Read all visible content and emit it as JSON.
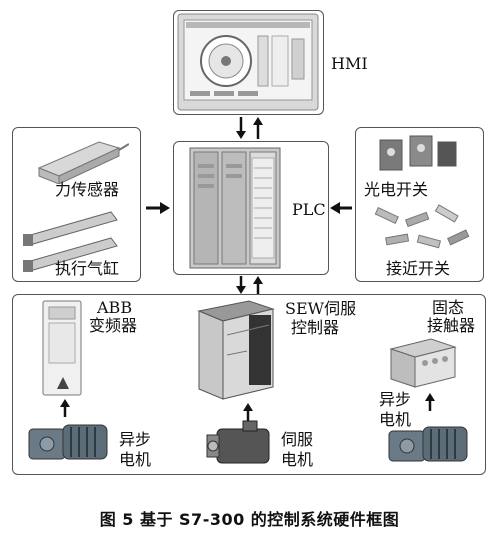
{
  "labels": {
    "hmi": "HMI",
    "plc": "PLC",
    "force_sensor": "力传感器",
    "actuator": "执行气缸",
    "photo_switch": "光电开关",
    "proximity_switch": "接近开关",
    "abb": "ABB",
    "vfd": "变频器",
    "sew": "SEW伺服",
    "servo_ctrl": "控制器",
    "solid_1": "固态",
    "solid_2": "接触器",
    "async_motor_a": "异步",
    "async_motor_b": "电机",
    "servo_motor_a": "伺服",
    "servo_motor_b": "电机",
    "async_motor2_a": "异步",
    "async_motor2_b": "电机"
  },
  "caption": "图 5   基于 S7-300 的控制系统硬件框图",
  "icons": {
    "hmi": "hmi-panel-icon",
    "plc": "plc-module-icon",
    "force_sensor": "load-cell-icon",
    "actuator": "pneumatic-cylinder-icon",
    "photo_switch": "photoelectric-sensor-icon",
    "proximity_switch": "proximity-sensor-icon",
    "vfd": "vfd-drive-icon",
    "servo_ctrl": "servo-drive-icon",
    "solid_relay": "solid-state-relay-icon",
    "async_motor": "gear-motor-icon",
    "servo_motor": "servo-motor-icon"
  }
}
